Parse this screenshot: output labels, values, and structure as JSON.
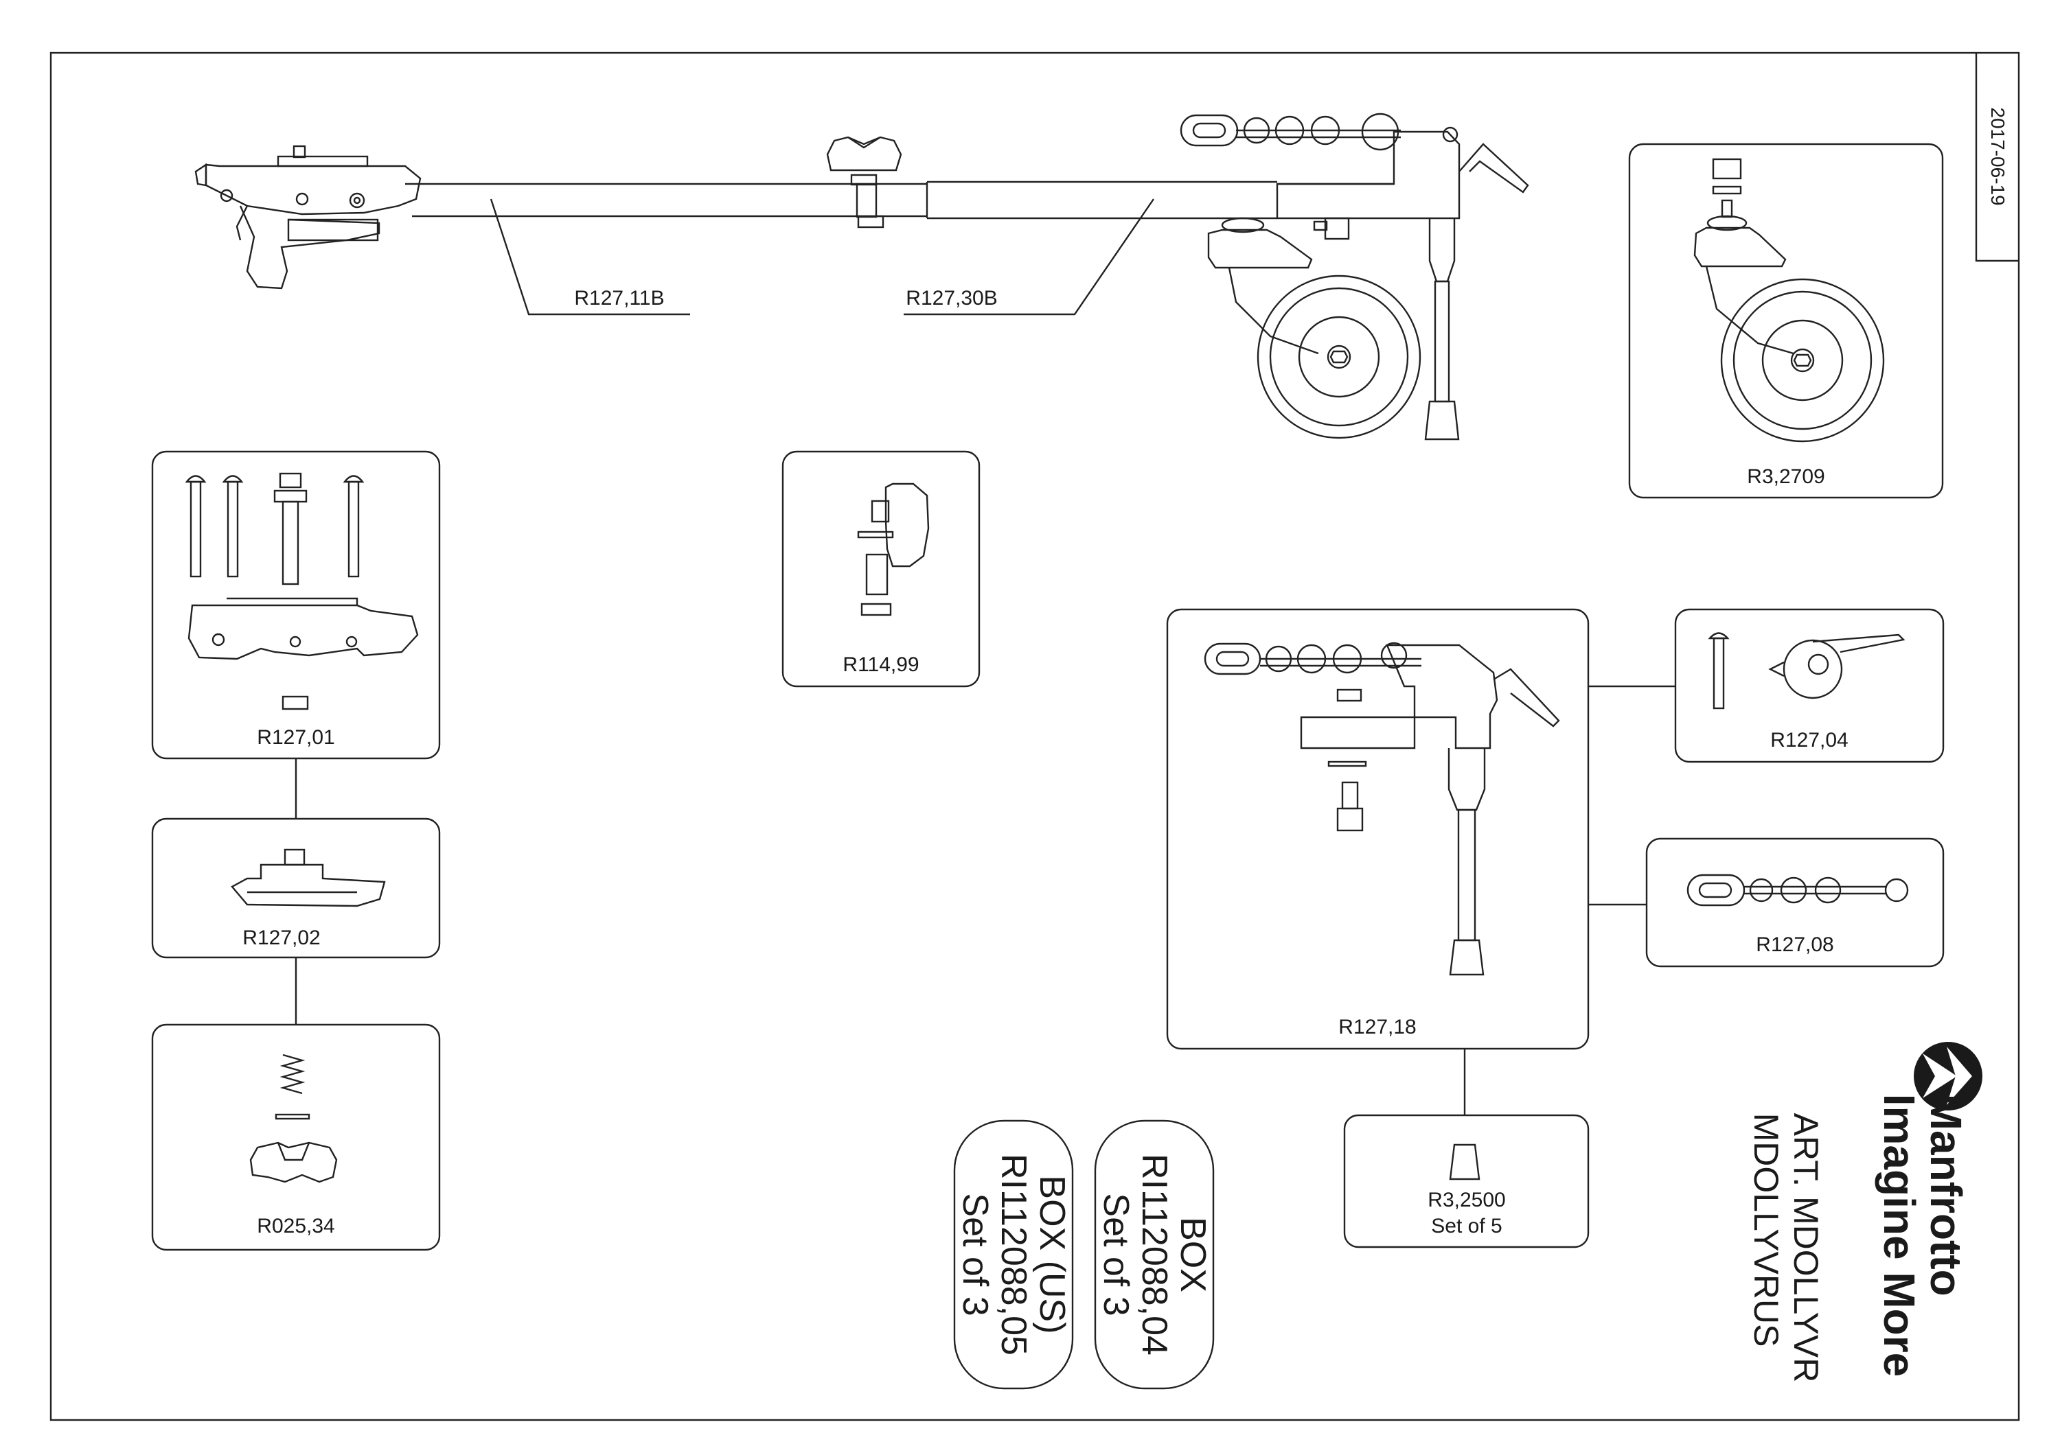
{
  "sheet": {
    "date": "2017-06-19",
    "article": [
      "ART. MDOLLYVR",
      "MDOLLYVRUS"
    ],
    "brand": {
      "name": "Manfrotto",
      "tagline": "Imagine More"
    }
  },
  "assembly_labels": {
    "arm_inner": "R127,11B",
    "arm_outer": "R127,30B"
  },
  "parts": {
    "wheel": "R3,2709",
    "r127_01": "R127,01",
    "r114_99": "R114,99",
    "r127_02": "R127,02",
    "r025_34": "R025,34",
    "r127_18": "R127,18",
    "r127_04": "R127,04",
    "r127_08": "R127,08",
    "r3_2500": {
      "code": "R3,2500",
      "qty": "Set of 5"
    }
  },
  "boxes": [
    {
      "line1": "BOX (US)",
      "line2": "RI112088,05",
      "line3": "Set of 3"
    },
    {
      "line1": "BOX",
      "line2": "RI112088,04",
      "line3": "Set of 3"
    }
  ]
}
